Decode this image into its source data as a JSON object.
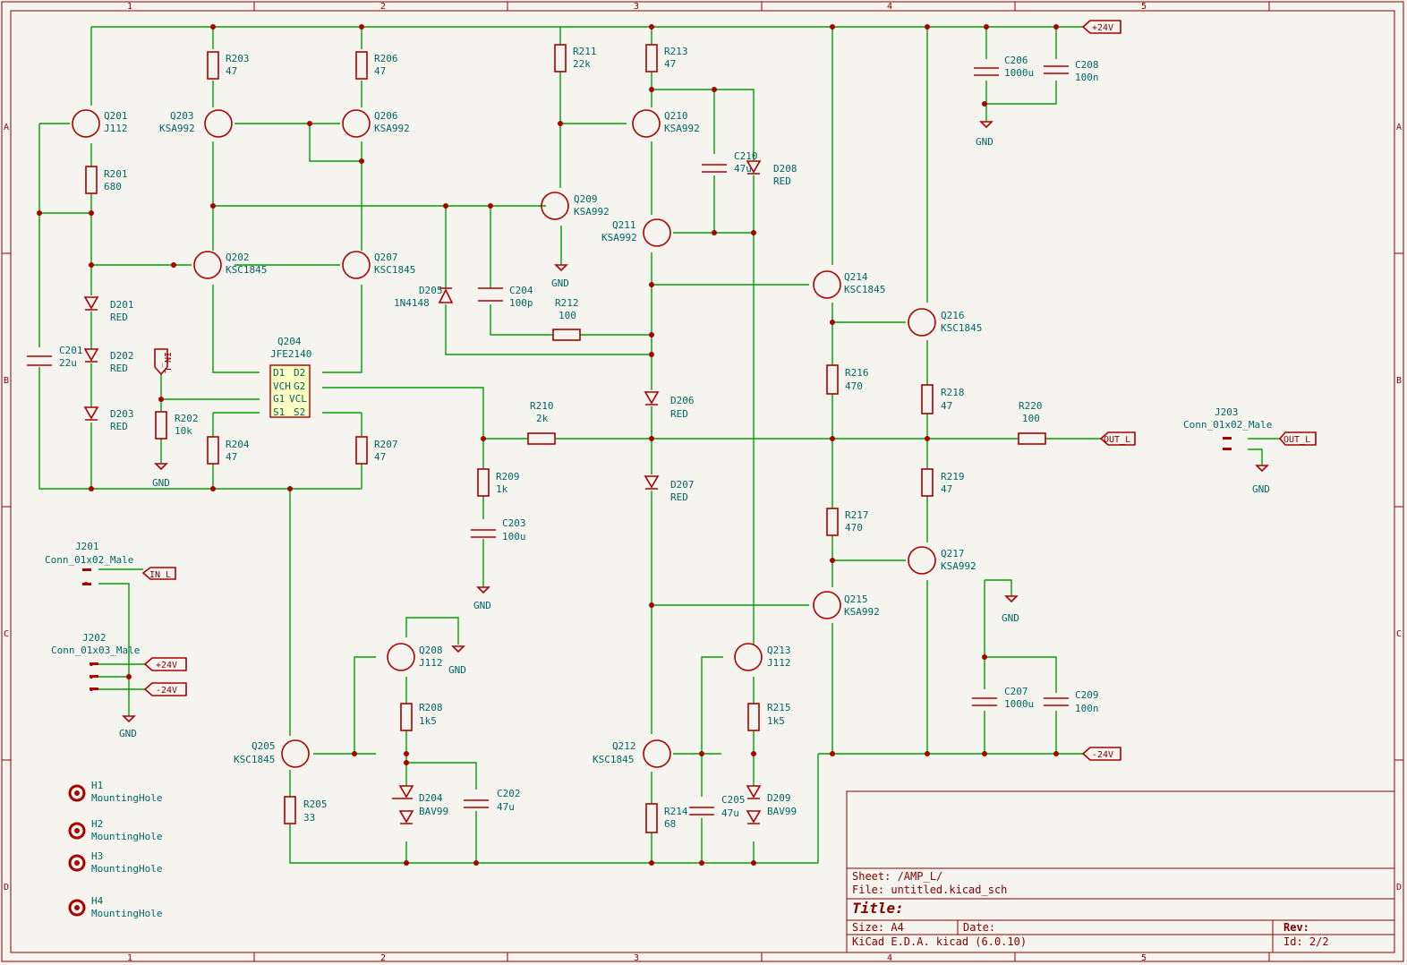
{
  "frame": {
    "columns": [
      "1",
      "2",
      "3",
      "4",
      "5"
    ],
    "rows": [
      "A",
      "B",
      "C",
      "D"
    ]
  },
  "colors": {
    "wire": "#00a000",
    "part": "#a90000",
    "text": "#006464",
    "background": "#f5f4ef"
  },
  "title_block": {
    "sheet": "Sheet: /AMP_L/",
    "file": "File: untitled.kicad_sch",
    "title": "Title:",
    "size": "Size: A4",
    "date": "Date:",
    "rev": "Rev:",
    "tool": "KiCad E.D.A.  kicad (6.0.10)",
    "id": "Id: 2/2"
  },
  "power": {
    "gnd": "GND"
  },
  "global_labels": {
    "p24": "+24V",
    "n24": "-24V",
    "in_l": "IN_L",
    "out_l": "OUT_L"
  },
  "components": {
    "Q201": {
      "ref": "Q201",
      "value": "J112"
    },
    "Q202": {
      "ref": "Q202",
      "value": "KSC1845"
    },
    "Q203": {
      "ref": "Q203",
      "value": "KSA992"
    },
    "Q204": {
      "ref": "Q204",
      "value": "JFE2140"
    },
    "Q205": {
      "ref": "Q205",
      "value": "KSC1845"
    },
    "Q206": {
      "ref": "Q206",
      "value": "KSA992"
    },
    "Q207": {
      "ref": "Q207",
      "value": "KSC1845"
    },
    "Q208": {
      "ref": "Q208",
      "value": "J112"
    },
    "Q209": {
      "ref": "Q209",
      "value": "KSA992"
    },
    "Q210": {
      "ref": "Q210",
      "value": "KSA992"
    },
    "Q211": {
      "ref": "Q211",
      "value": "KSA992"
    },
    "Q212": {
      "ref": "Q212",
      "value": "KSC1845"
    },
    "Q213": {
      "ref": "Q213",
      "value": "J112"
    },
    "Q214": {
      "ref": "Q214",
      "value": "KSC1845"
    },
    "Q215": {
      "ref": "Q215",
      "value": "KSA992"
    },
    "Q216": {
      "ref": "Q216",
      "value": "KSC1845"
    },
    "Q217": {
      "ref": "Q217",
      "value": "KSA992"
    },
    "R201": {
      "ref": "R201",
      "value": "680"
    },
    "R202": {
      "ref": "R202",
      "value": "10k"
    },
    "R203": {
      "ref": "R203",
      "value": "47"
    },
    "R204": {
      "ref": "R204",
      "value": "47"
    },
    "R205": {
      "ref": "R205",
      "value": "33"
    },
    "R206": {
      "ref": "R206",
      "value": "47"
    },
    "R207": {
      "ref": "R207",
      "value": "47"
    },
    "R208": {
      "ref": "R208",
      "value": "1k5"
    },
    "R209": {
      "ref": "R209",
      "value": "1k"
    },
    "R210": {
      "ref": "R210",
      "value": "2k"
    },
    "R211": {
      "ref": "R211",
      "value": "22k"
    },
    "R212": {
      "ref": "R212",
      "value": "100"
    },
    "R213": {
      "ref": "R213",
      "value": "47"
    },
    "R214": {
      "ref": "R214",
      "value": "68"
    },
    "R215": {
      "ref": "R215",
      "value": "1k5"
    },
    "R216": {
      "ref": "R216",
      "value": "470"
    },
    "R217": {
      "ref": "R217",
      "value": "470"
    },
    "R218": {
      "ref": "R218",
      "value": "47"
    },
    "R219": {
      "ref": "R219",
      "value": "47"
    },
    "R220": {
      "ref": "R220",
      "value": "100"
    },
    "C201": {
      "ref": "C201",
      "value": "22u"
    },
    "C202": {
      "ref": "C202",
      "value": "47u"
    },
    "C203": {
      "ref": "C203",
      "value": "100u"
    },
    "C204": {
      "ref": "C204",
      "value": "100p"
    },
    "C205": {
      "ref": "C205",
      "value": "47u"
    },
    "C206": {
      "ref": "C206",
      "value": "1000u"
    },
    "C207": {
      "ref": "C207",
      "value": "1000u"
    },
    "C208": {
      "ref": "C208",
      "value": "100n"
    },
    "C209": {
      "ref": "C209",
      "value": "100n"
    },
    "C210": {
      "ref": "C210",
      "value": "47u"
    },
    "D201": {
      "ref": "D201",
      "value": "RED"
    },
    "D202": {
      "ref": "D202",
      "value": "RED"
    },
    "D203": {
      "ref": "D203",
      "value": "RED"
    },
    "D204": {
      "ref": "D204",
      "value": "BAV99"
    },
    "D205": {
      "ref": "D205",
      "value": "1N4148"
    },
    "D206": {
      "ref": "D206",
      "value": "RED"
    },
    "D207": {
      "ref": "D207",
      "value": "RED"
    },
    "D208": {
      "ref": "D208",
      "value": "RED"
    },
    "D209": {
      "ref": "D209",
      "value": "BAV99"
    },
    "J201": {
      "ref": "J201",
      "value": "Conn_01x02_Male"
    },
    "J202": {
      "ref": "J202",
      "value": "Conn_01x03_Male"
    },
    "J203": {
      "ref": "J203",
      "value": "Conn_01x02_Male"
    },
    "H1": {
      "ref": "H1",
      "value": "MountingHole"
    },
    "H2": {
      "ref": "H2",
      "value": "MountingHole"
    },
    "H3": {
      "ref": "H3",
      "value": "MountingHole"
    },
    "H4": {
      "ref": "H4",
      "value": "MountingHole"
    }
  },
  "q204_pins": [
    "D1",
    "D2",
    "VCH",
    "G2",
    "G1",
    "VCL",
    "S1",
    "S2"
  ]
}
